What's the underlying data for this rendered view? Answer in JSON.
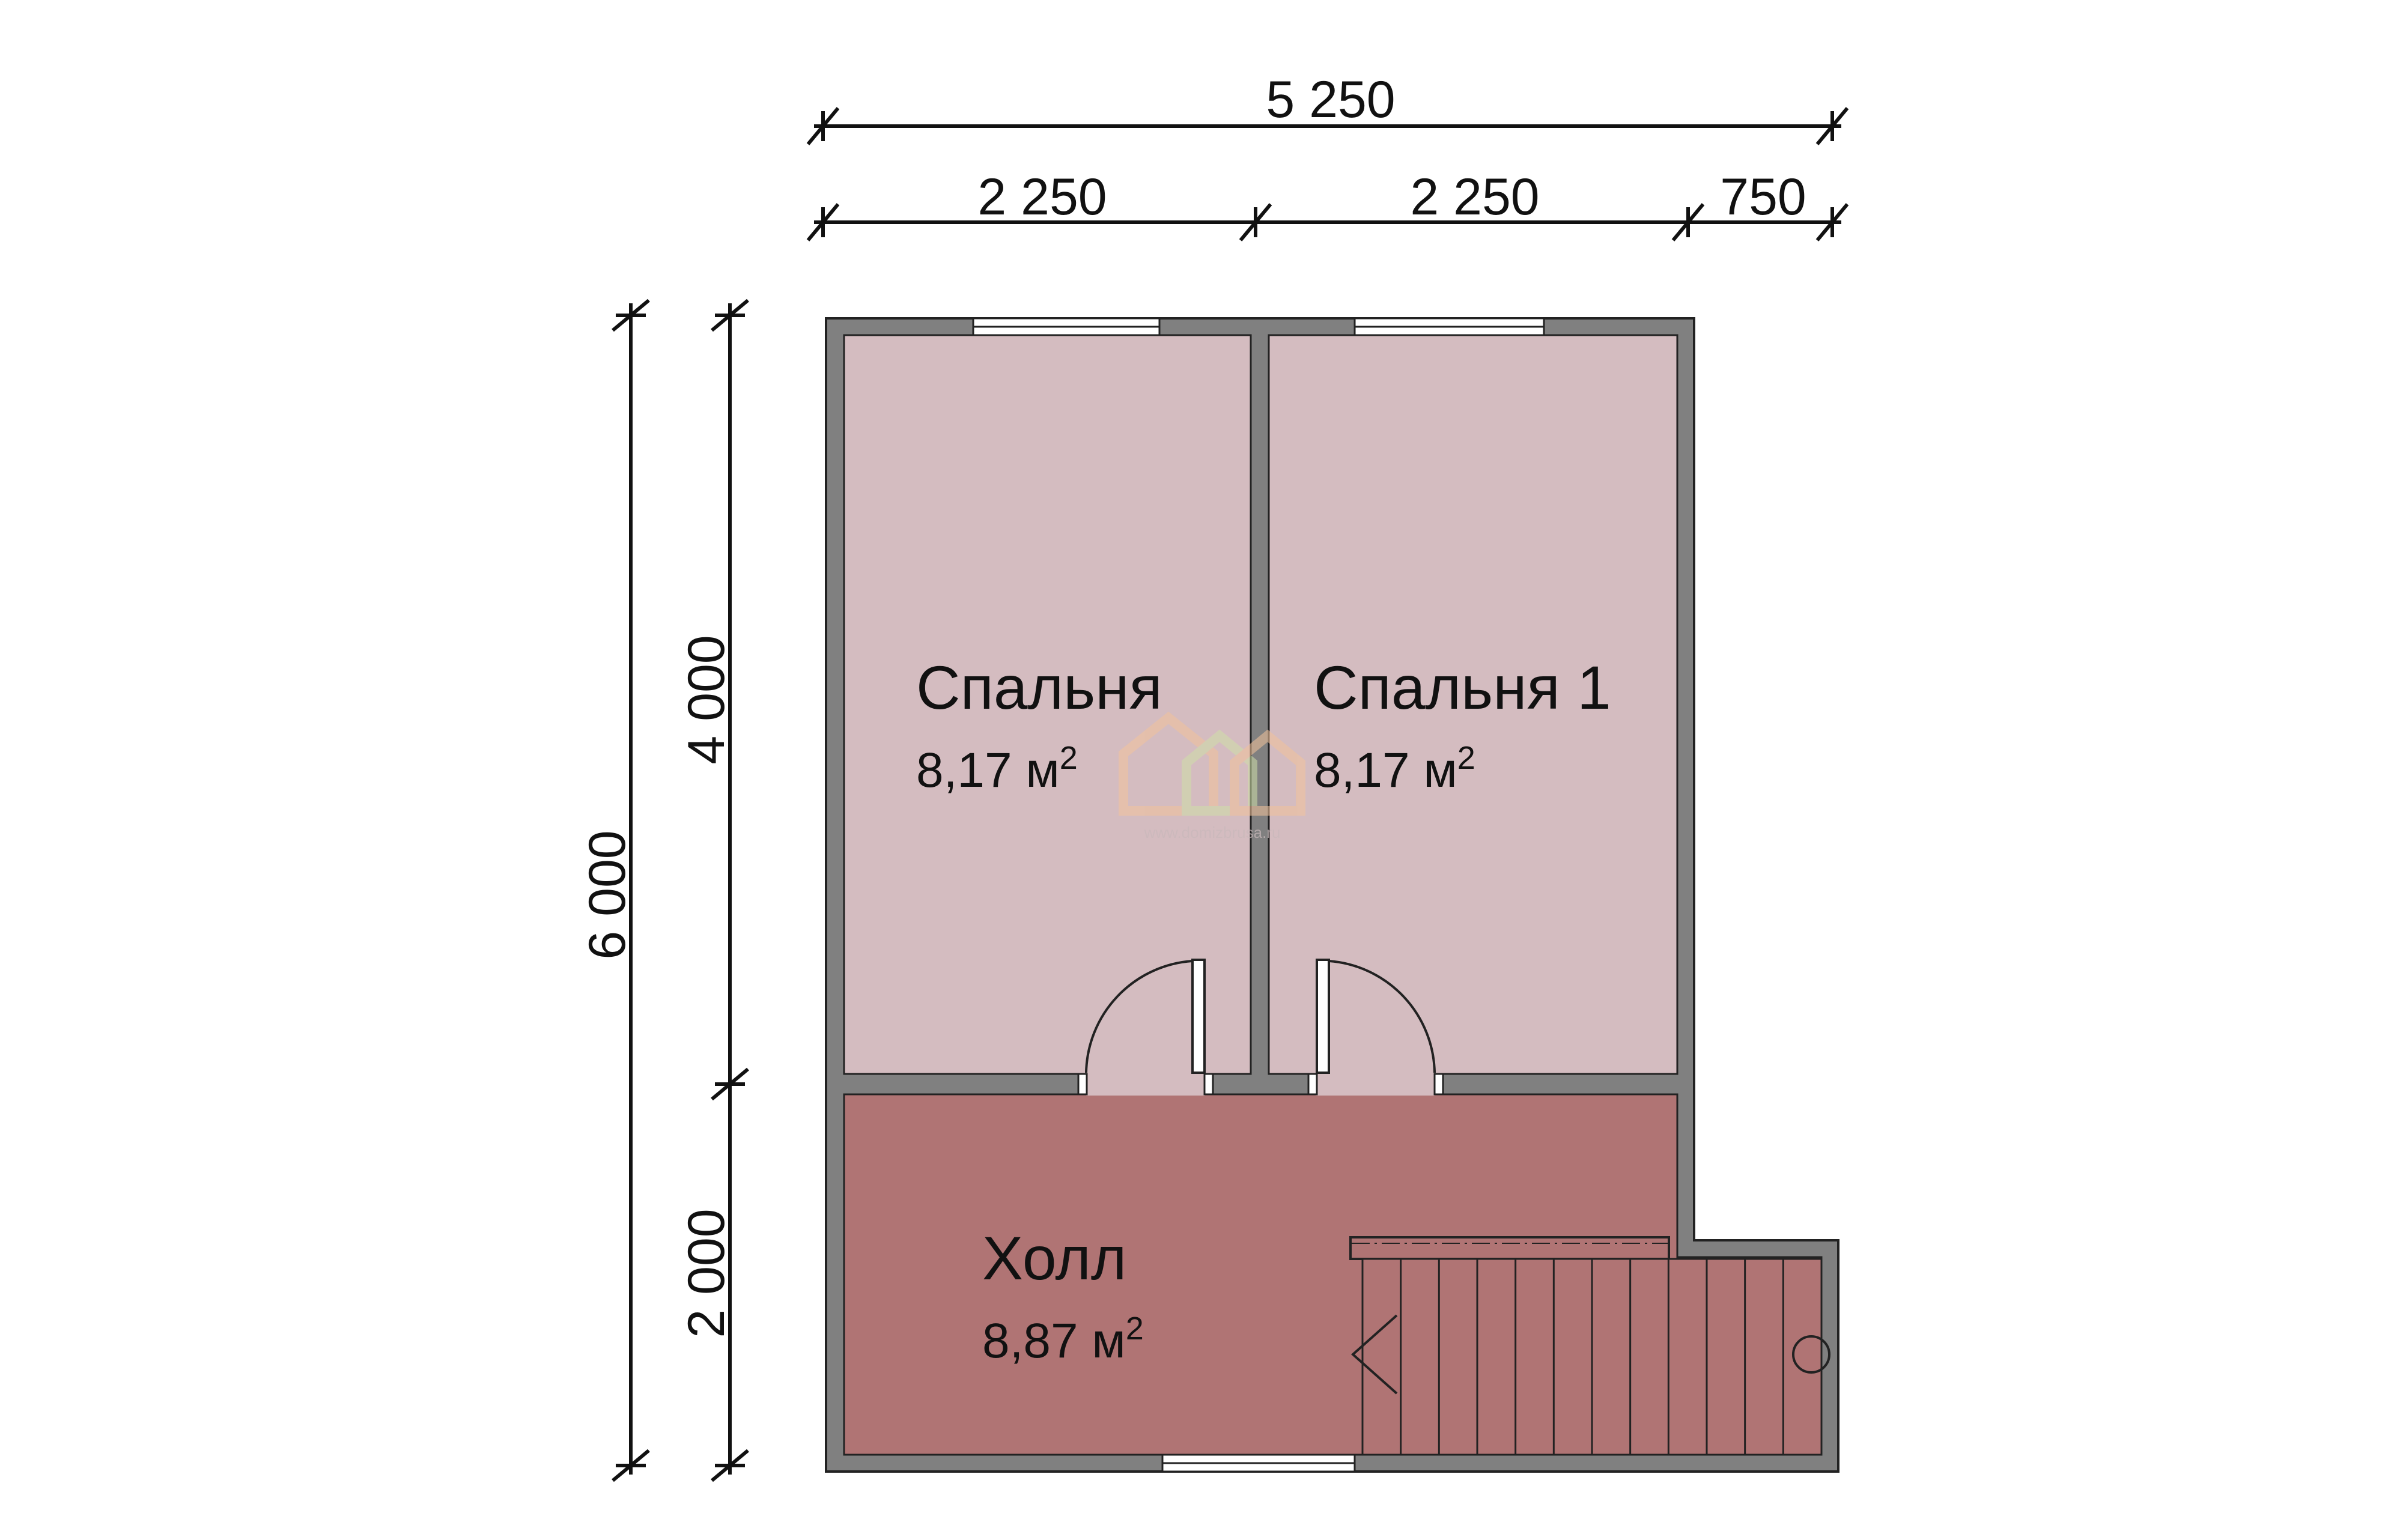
{
  "dimensions": {
    "total_width": "5 250",
    "segment_1": "2 250",
    "segment_2": "2 250",
    "segment_3": "750",
    "total_height": "6 000",
    "upper_height": "4 000",
    "lower_height": "2 000"
  },
  "rooms": [
    {
      "name": "Спальня",
      "area": "8,17 м",
      "unit_sup": "2",
      "color": "#d4bcc0"
    },
    {
      "name": "Спальня 1",
      "area": "8,17 м",
      "unit_sup": "2",
      "color": "#d4bcc0"
    },
    {
      "name": "Холл",
      "area": "8,87 м",
      "unit_sup": "2",
      "color": "#b07474"
    }
  ],
  "watermark": {
    "text": "www.domizbrusa.ru",
    "colors": [
      "#f2c29a",
      "#cfe0a8",
      "#f2c29a"
    ]
  },
  "colors": {
    "wall": "#808080",
    "bedroom": "#d4bcc0",
    "hall": "#b07474",
    "dim_line": "#111111"
  }
}
